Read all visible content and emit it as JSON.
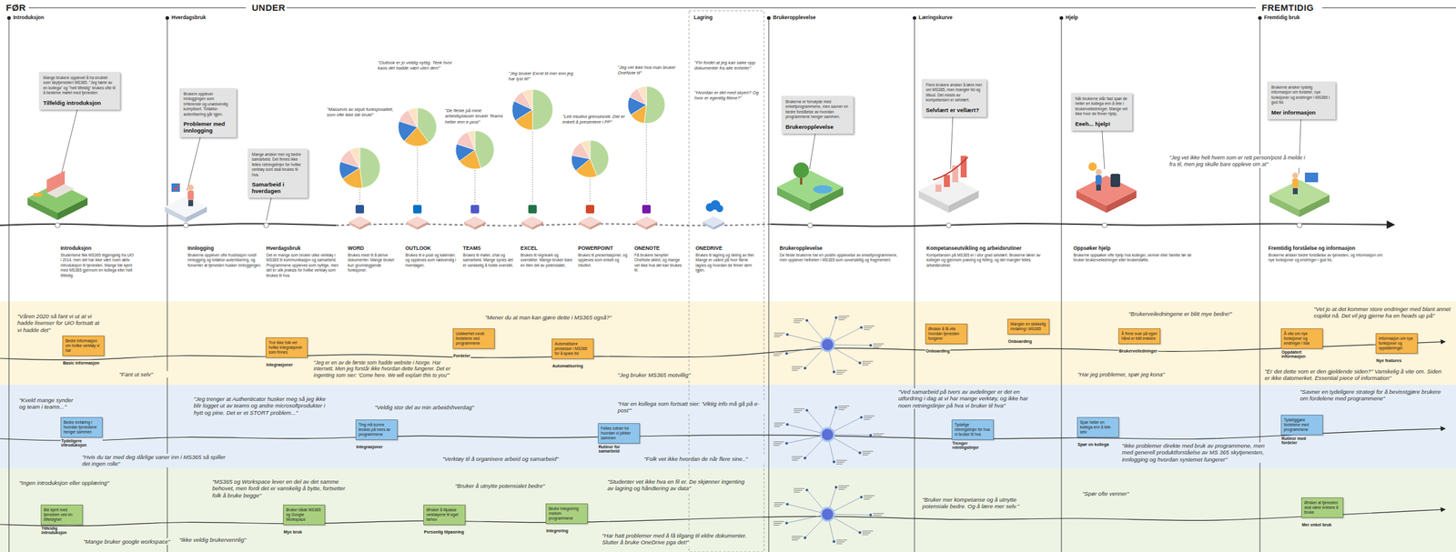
{
  "diagram": {
    "nodes": [
      {
        "text": [
          "Mange brukere opplevet å ha snublet over skytjenesten MS365. \"Jeg hørte av en kollega\" og \"helt tilfeldig\" brukes ofte til å beskrive møtet med tjenesten",
          "Tilfeldig introduksjon"
        ]
      },
      {
        "text": [
          "Brukere opplever innloggingen som irriterende og unødvendig komplisert. Tofaktor-autentisering går igjen.",
          "Problemer med innlogging"
        ]
      },
      {
        "text": [
          "Mange ønsker mer og bedre samarbeid. Det finnes ikke felles retningslinjer for hvilke verktøy som skal brukes til hva.",
          "Samarbeid i hverdagen"
        ]
      },
      {
        "text": [
          "Brukerne er fornøyde med enkeltprogrammene, men savner en bedre forståelse av hvordan programmene henger sammen.",
          "Brukeropplevelse"
        ]
      },
      {
        "text": [
          "Flere brukere ønsker å lære mer om MS365, men mangler tid og tilbud. Det meste av kompetansen er selvlært.",
          "Selvlært er vellært?"
        ]
      },
      {
        "text": [
          "Når brukerne står fast spør de heller en kollega enn å lete i brukerveiledninger. Mange vet ikke hvor de finner hjelp.",
          "Eeeh... hjelp!"
        ]
      },
      {
        "text": [
          "Brukerne ønsker tydelig informasjon om fordeler, nye funksjoner og endringer i MS365 i god tid.",
          "Mer informasjon"
        ]
      },
      {
        "text": [
          "Bedre informasjon om hvilke verktøy vi har",
          "Basic informasjon"
        ]
      },
      {
        "text": [
          "Tror ikke folk vet hvilke integrasjoner som finnes",
          "Integrasjoner"
        ]
      },
      {
        "text": [
          "Usikkerhet rundt fordelene ved programmene",
          "Fordeler"
        ]
      },
      {
        "text": [
          "Automatisere prosesser i MS365 for å spare tid",
          "Automatisering"
        ]
      },
      {
        "text": [
          "Ønsker å få vite hvordan tjenesten fungerer",
          "Onboarding"
        ]
      },
      {
        "text": [
          "Mangler en skikkelig innføring i MS365",
          "Onboarding"
        ]
      },
      {
        "text": [
          "Å finne svar på egen hånd er blitt enklere",
          "Brukerveiledninger"
        ]
      },
      {
        "text": [
          "Å vite om nye funksjoner og endringer i tide",
          "Oppdatert informasjon"
        ]
      },
      {
        "text": [
          "Informasjon om nye funksjoner og oppdateringer",
          "Nye features"
        ]
      },
      {
        "text": [
          "Bedre innføring i hvordan tjenestene henger sammen",
          "Tydeligere introduksjon"
        ]
      },
      {
        "text": [
          "Ting må kunne brukes på tvers av programmene",
          "Integrasjoner"
        ]
      },
      {
        "text": [
          "Felles rutiner for hvordan vi jobber sammen",
          "Rutiner for samarbeid"
        ]
      },
      {
        "text": [
          "Tydelige retningslinjer for hva vi bruker til hva",
          "Trenger retningslinjer"
        ]
      },
      {
        "text": [
          "Spør heller en kollega enn å lete selv",
          "Spør en kollega"
        ]
      },
      {
        "text": [
          "Tydeliggjøre fordelene med programmene",
          "Rutiner med fordeler"
        ]
      },
      {
        "text": [
          "Ble kjent med tjenesten ved en tilfeldighet",
          "Tilfeldig introduksjon"
        ]
      },
      {
        "text": [
          "Bruker både MS365 og Google Workspace",
          "Mye bruk"
        ]
      },
      {
        "text": [
          "Ønsker å tilpasse verktøyene til eget behov",
          "Personlig tilpasning"
        ]
      },
      {
        "text": [
          "Bedre integrering mellom programmene",
          "Integrering"
        ]
      },
      {
        "text": [
          "Ønsker at tjenesten skal være enklere å bruke",
          "Mer enkel bruk"
        ]
      }
    ],
    "labels": [
      "FØR",
      "UNDER",
      "FREMTIDIG",
      "Introduksjon",
      "Hverdagsbruk",
      "Lagring",
      "Brukeropplevelse",
      "Læringskurve",
      "Hjelp",
      "Fremtidig bruk",
      "Introduksjon",
      "Studentene fikk MS365 tilgjengelig fra UiO i 2014, men det har ikke vært noen aktiv introduksjon til tjenesten. Mange ble kjent med MS365 gjennom en kollega eller helt tilfeldig.",
      "Innlogging",
      "Brukerne opplever ofte frustrasjon rundt innlogging og tofaktor-autentisering, og forventer at tjenesten husker innloggingen.",
      "Hverdagsbruk",
      "Det er mange som bruker ulike verktøy i MS365 til kommunikasjon og samarbeid. Programmene oppleves som nyttige, men det er ulik praksis for hvilke verktøy som brukes til hva.",
      "WORD",
      "Brukes mest til å skrive dokumenter. Mange bruker kun grunnleggende funksjoner.",
      "OUTLOOK",
      "Brukes til e-post og kalender, og oppleves som nødvendig i hverdagen.",
      "TEAMS",
      "Brukes til møter, chat og samarbeid. Mange synes det er vanskelig å holde oversikt.",
      "EXCEL",
      "Brukes til regneark og oversikter. Mange bruker bare en liten del av potensialet.",
      "POWERPOINT",
      "Brukes til presentasjoner, og oppleves som enkelt og intuitivt.",
      "ONENOTE",
      "Få brukere benytter OneNote aktivt, og mange vet ikke hva det kan brukes til.",
      "ONEDRIVE",
      "Brukes til lagring og deling av filer. Mange er usikre på hvor filene lagres og hvordan de finner dem igjen.",
      "Brukeropplevelse",
      "De fleste brukerne har en positiv opplevelse av enkeltprogrammene, men opplever helheten i MS365 som uoversiktlig og fragmentert.",
      "Kompetanseutvikling og arbeidsrutiner",
      "Kompetansen på MS365 er i stor grad selvlært. Brukerne lærer av kolleger og gjennom prøving og feiling, og det mangler felles arbeidsrutiner.",
      "Oppsøker hjelp",
      "Brukerne oppsøker ofte hjelp hos kolleger, venner eller familie før de bruker brukerveiledninger eller brukerstøtte.",
      "Fremtidig forståelse og informasjon",
      "Brukerne ønsker bedre forståelse av tjenesten, og informasjon om nye funksjoner og endringer i god tid.",
      "\"Massevis av skjult funksjonalitet, som ofte ikke blir brukt\"",
      "\"Outlook er jo veldig nyttig. Tenk hvor kaos det hadde vært uten den!\"",
      "\"De fleste på mine arbeidsplasser bruker Teams heller enn e-post\"",
      "\"Jeg bruker Excel til mer enn jeg har lyst til!\"",
      "\"Lett intuitivt grensesnitt. Det er enkelt å presentere i PP\"",
      "\"Jeg vet ikke hva man bruker OneNote til\"",
      "\"Fin fordel at jeg kan søke opp dokumenter fra alle enheter\"",
      "\"Hvordan er det med skyen? Og hvor er egentlig filene?\"",
      "\"Jeg vet ikke helt hvem som er rett person/post å melde i fra til, men jeg skulle bare oppleve om at\"",
      "\"Våren 2020 så fant vi ut at vi hadde lisenser for UiO fortsatt at vi hadde det\"",
      "\"Fant ut selv\"",
      "\"Jeg er en av de første som hadde website i Norge. Har internett. Men jeg forstår ikke hvordan dette fungerer. Det er ingenting som sier: 'Come here. We will explain this to you'\"",
      "\"Mener du at man kan gjøre dette i MS365 også?\"",
      "\"Jeg bruker MS365 motvillig\"",
      "\"Brukerveiledningene er blitt mye bedre!\"",
      "\"Har jeg problemer, spør jeg kona\"",
      "\"Vet jo at det kommer store endringer med blant annet copilot nå. Det vil jeg gjerne ha en heads up på\"",
      "\"Er det dette som er den gjeldende siden?\" Vanskelig å vite om. Siden er ikke datomerket. Essential piece of information\"",
      "\"Kveld mange synder og team i teams...\"",
      "\"Hvis du tar med deg dårlige vaner inn i MS365 så spiller det ingen rolle\"",
      "\"Jeg trenger at Authenticator husker meg så jeg ikke blir logget ut av teams og andre microsoftprodukter i hytt og pine. Det er et STORT problem...\"",
      "\"Veldig stor del av min arbeidshverdag\"",
      "\"Verktøy til å organisere arbeid og samarbeid\"",
      "\"Har en kollega som fortsatt sier: 'Viktig info må gå på e-post'\"",
      "\"Folk vet ikke hvordan de når flere sine..\"",
      "\"Ved samarbeid på tvers av avdelinger er det en utfordring i dag at vi har mange verktøy, og ikke har noen retningslinjer på hva vi bruker til hva\"",
      "\"Savner en tydeligere strategi for å bevisstgjøre brukere om fordelene med programmene\"",
      "\"Ikke problemer direkte med bruk av programmene, men med generell produktforståelse av MS 365 skytjenesten, innlogging og hvordan systemet fungerer\"",
      "\"Ingen introduksjon eller opplæring\"",
      "\"Mange bruker google workspace\"",
      "\"MS365 og Workspace lever en del av det samme behovet, men fordi det er vanskelig å bytte, fortsetter folk å bruke begge\"",
      "\"Ikke veldig brukervennlig\"",
      "\"Bruker å utnytte potensialet bedre\"",
      "\"Studenter vet ikke hva en fil er. De skjønner ingenting av lagring og håndtering av data\"",
      "\"Har hatt problemer med å få tilgang til eldre dokumenter. Slutter å bruke OneDrive pga det!\"",
      "\"Bruker mer kompetanse og å utnytte potensiale bedre. Og å lære mer selv.\"",
      "\"Spør ofte venner\""
    ]
  }
}
